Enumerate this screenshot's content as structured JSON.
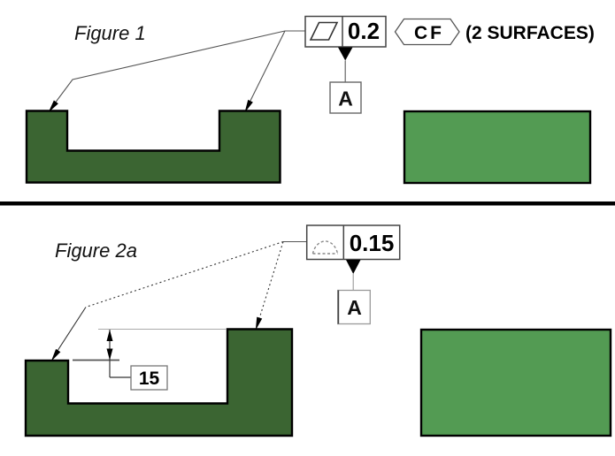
{
  "colors": {
    "part_dark_green": "#3B6532",
    "part_light_green": "#539B53",
    "outline": "#000000",
    "leader": "#555555",
    "frame_border": "#444444"
  },
  "figure1": {
    "title": "Figure 1",
    "fcf": {
      "symbol_icon": "flatness-symbol",
      "tolerance": "0.2"
    },
    "cf_modifier": "CF",
    "note": "(2 SURFACES)",
    "datum_label": "A"
  },
  "figure2a": {
    "title": "Figure 2a",
    "fcf": {
      "symbol_icon": "profile-of-a-line-symbol",
      "tolerance": "0.15"
    },
    "datum_label": "A",
    "dimension_value": "15"
  }
}
